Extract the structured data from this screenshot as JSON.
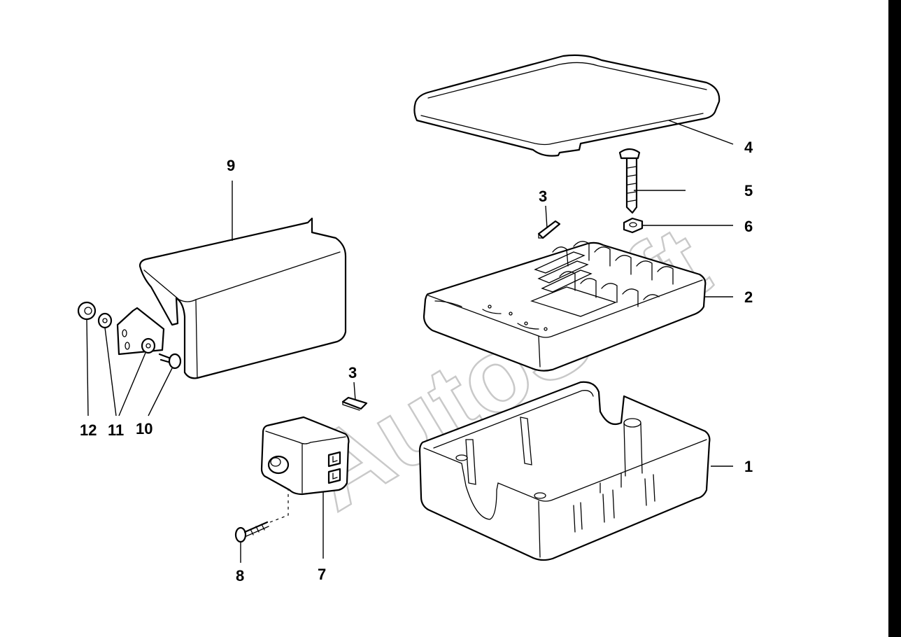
{
  "watermark": "AutoSoft",
  "labels": {
    "l1": "1",
    "l2": "2",
    "l3a": "3",
    "l3b": "3",
    "l4": "4",
    "l5": "5",
    "l6": "6",
    "l7": "7",
    "l8": "8",
    "l9": "9",
    "l10": "10",
    "l11": "11",
    "l12": "12"
  }
}
